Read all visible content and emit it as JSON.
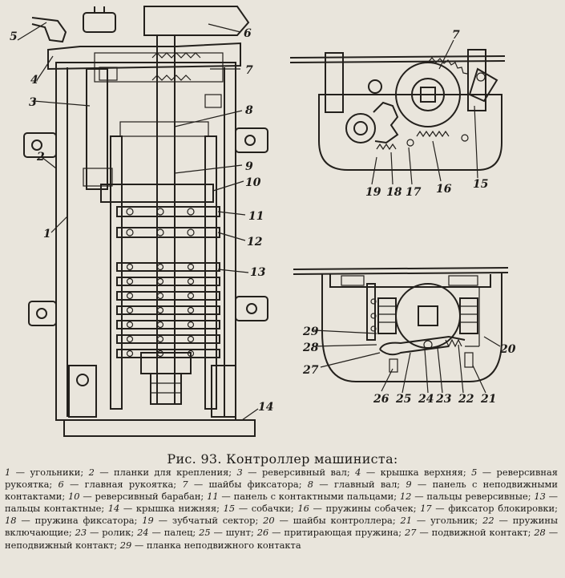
{
  "caption": "Рис. 93. Контроллер машиниста:",
  "callouts": {
    "n1": "1",
    "n2": "2",
    "n3": "3",
    "n4": "4",
    "n5": "5",
    "n6": "6",
    "n7": "7",
    "n8": "8",
    "n9": "9",
    "n10": "10",
    "n11": "11",
    "n12": "12",
    "n13": "13",
    "n14": "14",
    "r7": "7",
    "r15": "15",
    "r16": "16",
    "r17": "17",
    "r18": "18",
    "r19": "19",
    "b20": "20",
    "b21": "21",
    "b22": "22",
    "b23": "23",
    "b24": "24",
    "b25": "25",
    "b26": "26",
    "b27": "27",
    "b28": "28",
    "b29": "29"
  },
  "legend": [
    {
      "num": "1",
      "text": "угольники;"
    },
    {
      "num": "2",
      "text": "планки для крепления;"
    },
    {
      "num": "3",
      "text": "реверсивный вал;"
    },
    {
      "num": "4",
      "text": "крышка верхняя;"
    },
    {
      "num": "5",
      "text": "реверсивная рукоятка;"
    },
    {
      "num": "6",
      "text": "главная рукоятка;"
    },
    {
      "num": "7",
      "text": "шайбы фиксатора;"
    },
    {
      "num": "8",
      "text": "главный вал;"
    },
    {
      "num": "9",
      "text": "панель с неподвижными контактами;"
    },
    {
      "num": "10",
      "text": "реверсивный барабан;"
    },
    {
      "num": "11",
      "text": "панель с контактными пальцами;"
    },
    {
      "num": "12",
      "text": "пальцы реверсивные;"
    },
    {
      "num": "13",
      "text": "пальцы контактные;"
    },
    {
      "num": "14",
      "text": "крышка нижняя;"
    },
    {
      "num": "15",
      "text": "собачки;"
    },
    {
      "num": "16",
      "text": "пружины собачек;"
    },
    {
      "num": "17",
      "text": "фиксатор блокировки;"
    },
    {
      "num": "18",
      "text": "пружина фиксатора;"
    },
    {
      "num": "19",
      "text": "зубчатый сектор;"
    },
    {
      "num": "20",
      "text": "шайбы контроллера;"
    },
    {
      "num": "21",
      "text": "угольник;"
    },
    {
      "num": "22",
      "text": "пружины включающие;"
    },
    {
      "num": "23",
      "text": "ролик;"
    },
    {
      "num": "24",
      "text": "палец;"
    },
    {
      "num": "25",
      "text": "шунт;"
    },
    {
      "num": "26",
      "text": "притирающая пружина;"
    },
    {
      "num": "27",
      "text": "подвижной контакт;"
    },
    {
      "num": "28",
      "text": "неподвижный контакт;"
    },
    {
      "num": "29",
      "text": "планка неподвижного контакта"
    }
  ]
}
